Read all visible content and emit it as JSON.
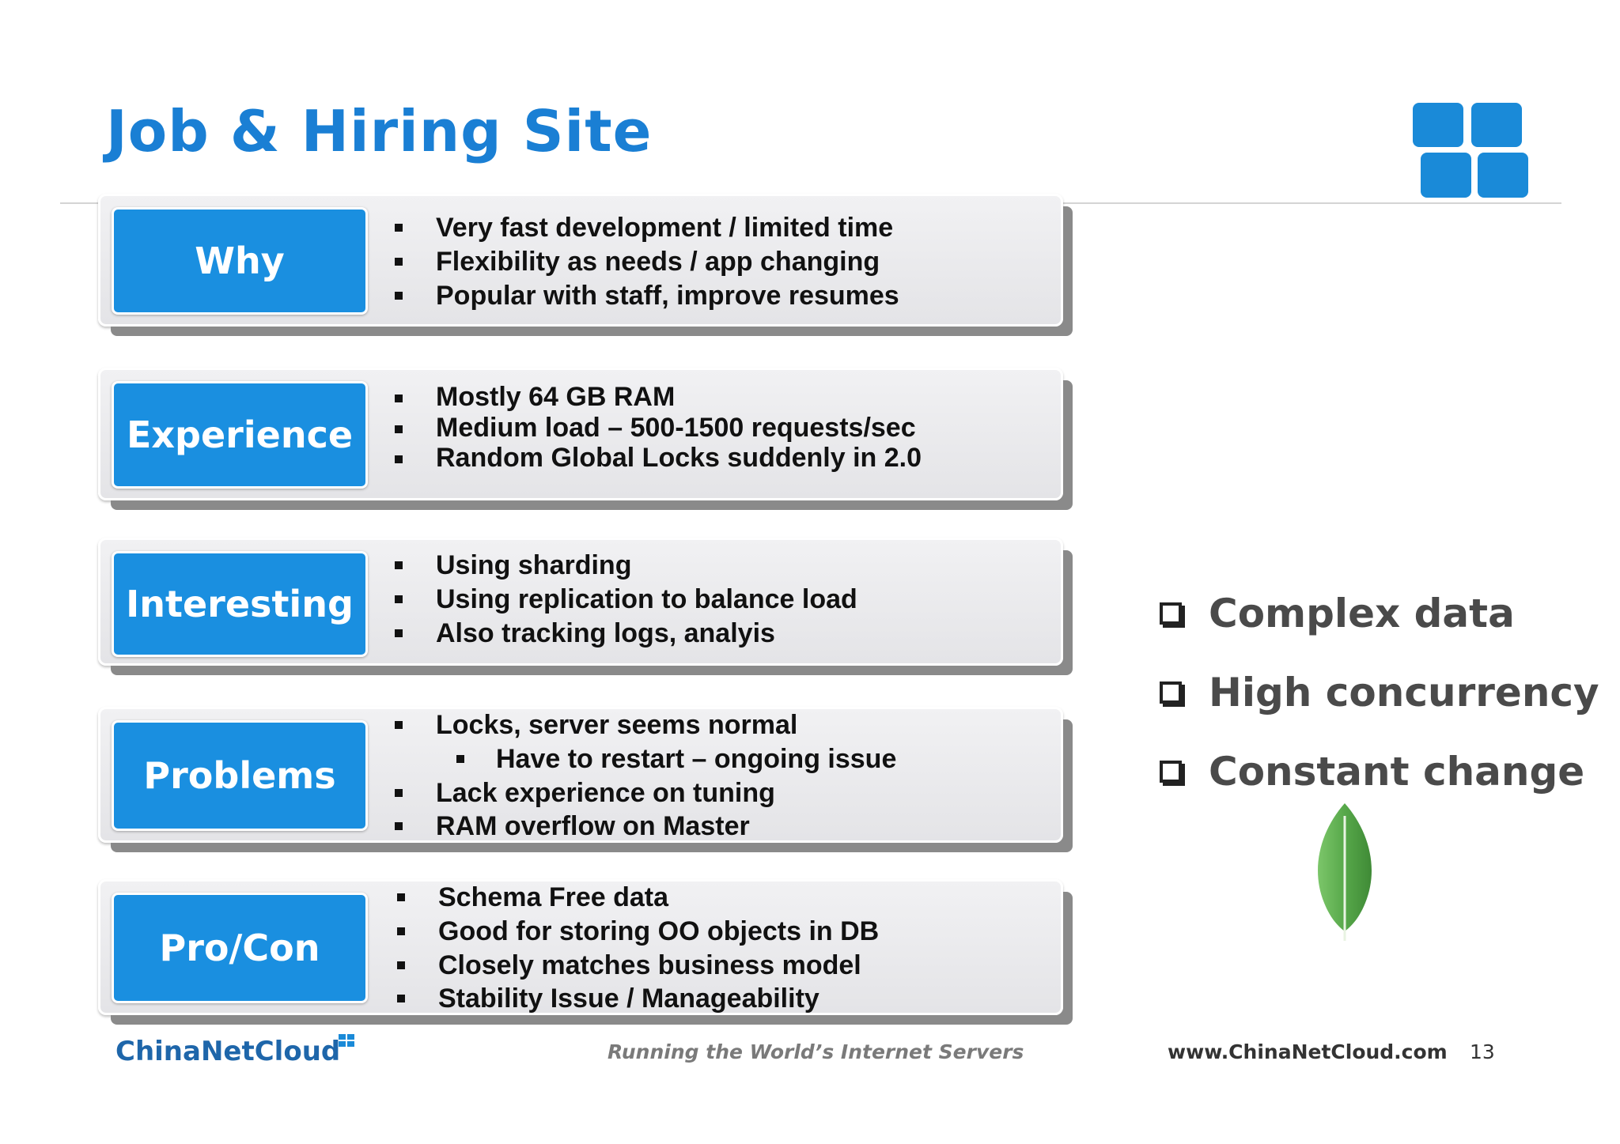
{
  "slide": {
    "title": "Job & Hiring Site",
    "rows": [
      {
        "label": "Why",
        "bullets": [
          "Very fast development / limited time",
          "Flexibility as needs / app changing",
          "Popular with staff, improve resumes"
        ]
      },
      {
        "label": "Experience",
        "bullets": [
          "Mostly 64 GB RAM",
          "Medium load – 500-1500 requests/sec",
          "Random Global Locks suddenly in 2.0"
        ]
      },
      {
        "label": "Interesting",
        "bullets": [
          "Using sharding",
          "Using replication to balance load",
          "Also tracking logs, analyis"
        ]
      },
      {
        "label": "Problems",
        "bullets": [
          "Locks, server seems normal",
          "Have to restart – ongoing issue",
          "Lack experience on tuning",
          "RAM overflow on Master"
        ]
      },
      {
        "label": "Pro/Con",
        "bullets": [
          "Schema Free data",
          "Good for storing OO objects in DB",
          "Closely matches business model",
          "Stability Issue / Manageability"
        ]
      }
    ],
    "features": [
      "Complex data",
      "High concurrency",
      "Constant change"
    ]
  },
  "icons": {
    "logo": "chinanetcloud-squares-icon",
    "feature_bullet": "checkbox-icon",
    "leaf": "mongodb-leaf-icon"
  },
  "colors": {
    "title": "#1a7fd4",
    "label_fill": "#1a8fe0",
    "feature_text": "#4a4a4a",
    "leaf": "#5aa84a"
  },
  "footer": {
    "brand": "ChinaNetCloud",
    "tagline": "Running the World’s Internet Servers",
    "url": "www.ChinaNetCloud.com",
    "page_number": "13"
  }
}
